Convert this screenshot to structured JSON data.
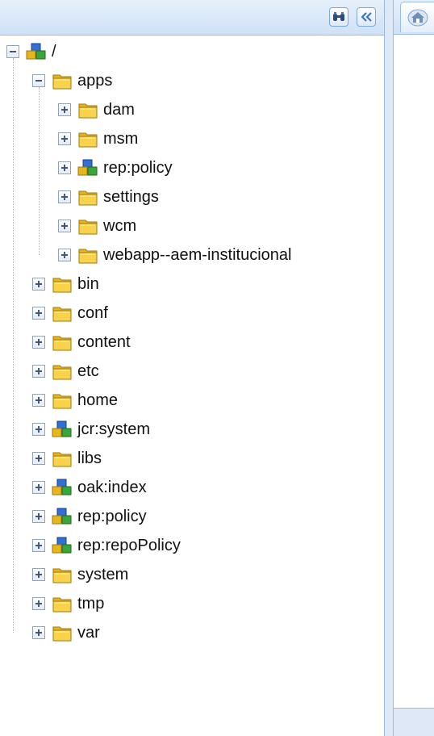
{
  "toolbar": {
    "find_icon": "binoculars-icon",
    "collapse_icon": "double-chevron-left-icon"
  },
  "right_panel": {
    "home_icon": "home-icon"
  },
  "tree": {
    "root": {
      "label": "/",
      "icon": "node-icon",
      "expanded": true
    },
    "apps": {
      "label": "apps",
      "icon": "folder-icon",
      "expanded": true,
      "children": [
        {
          "label": "dam",
          "icon": "folder-icon"
        },
        {
          "label": "msm",
          "icon": "folder-icon"
        },
        {
          "label": "rep:policy",
          "icon": "node-icon"
        },
        {
          "label": "settings",
          "icon": "folder-icon"
        },
        {
          "label": "wcm",
          "icon": "folder-icon"
        },
        {
          "label": "webapp--aem-institucional",
          "icon": "folder-icon"
        }
      ]
    },
    "top_items": [
      {
        "label": "bin",
        "icon": "folder-icon"
      },
      {
        "label": "conf",
        "icon": "folder-icon"
      },
      {
        "label": "content",
        "icon": "folder-icon"
      },
      {
        "label": "etc",
        "icon": "folder-icon"
      },
      {
        "label": "home",
        "icon": "folder-icon"
      },
      {
        "label": "jcr:system",
        "icon": "node-icon"
      },
      {
        "label": "libs",
        "icon": "folder-icon"
      },
      {
        "label": "oak:index",
        "icon": "node-icon"
      },
      {
        "label": "rep:policy",
        "icon": "node-icon"
      },
      {
        "label": "rep:repoPolicy",
        "icon": "node-icon"
      },
      {
        "label": "system",
        "icon": "folder-icon"
      },
      {
        "label": "tmp",
        "icon": "folder-icon"
      },
      {
        "label": "var",
        "icon": "folder-icon"
      }
    ]
  }
}
